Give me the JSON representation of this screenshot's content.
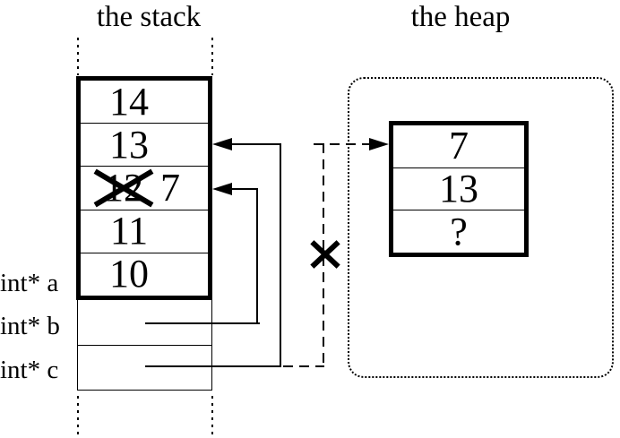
{
  "titles": {
    "stack": "the stack",
    "heap": "the heap"
  },
  "stack": {
    "cells": [
      {
        "value": "14"
      },
      {
        "value": "13"
      },
      {
        "old_value": "12",
        "new_value": "7",
        "crossed_out": true
      },
      {
        "value": "11"
      },
      {
        "value": "10"
      }
    ],
    "pointer_labels": [
      {
        "label": "int* a"
      },
      {
        "label": "int* b"
      },
      {
        "label": "int* c"
      }
    ]
  },
  "heap": {
    "cells": [
      {
        "value": "7"
      },
      {
        "value": "13"
      },
      {
        "value": "?"
      }
    ]
  },
  "annotations": {
    "stack_cell_cross": "x-mark",
    "dangling_pointer_cross": "x-mark",
    "b_pointer_target": "stack cell 12 (now 7)",
    "c_pointer_target": "stack cell 13",
    "dashed_pointer_target": "heap cell 7"
  },
  "colors": {
    "ink": "#000000",
    "background": "#ffffff"
  }
}
